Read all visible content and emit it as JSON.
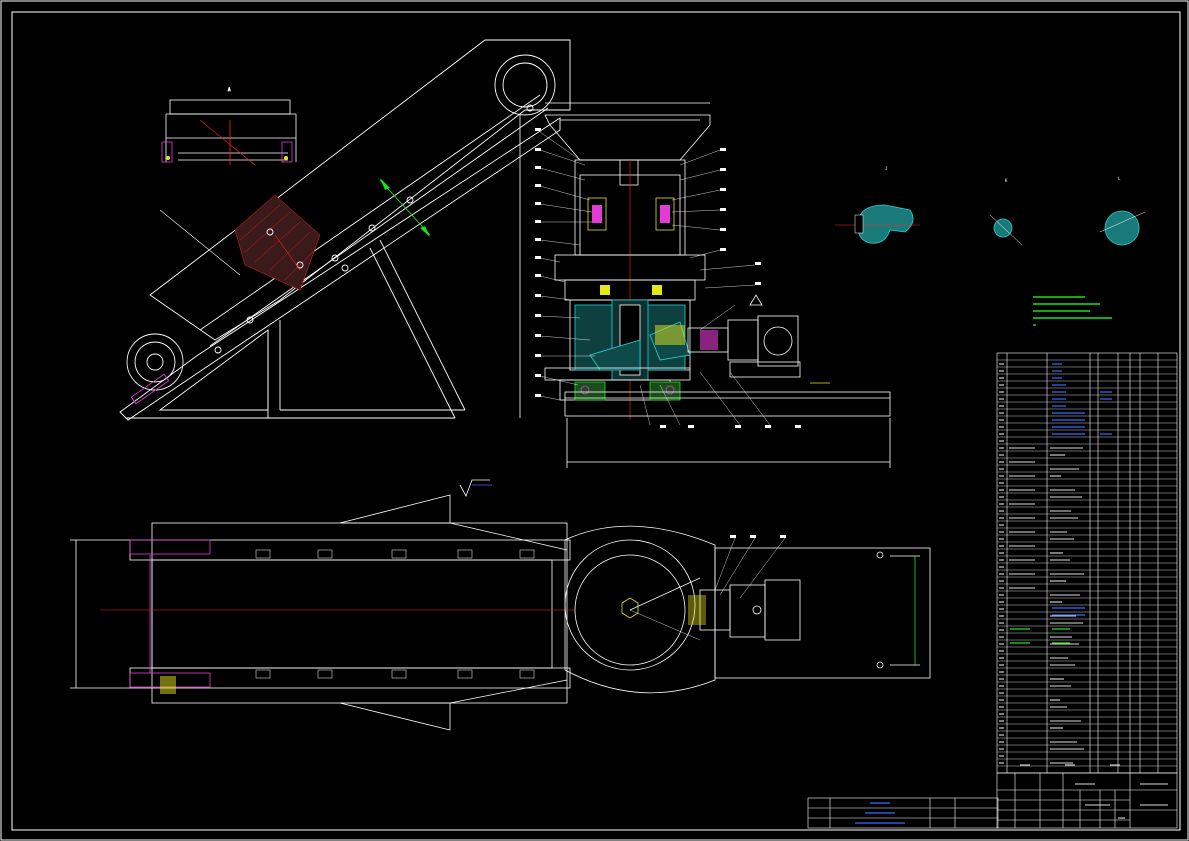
{
  "colors": {
    "background": "#000000",
    "line": "#ffffff",
    "red": "#ff2020",
    "cyan": "#22d3d3",
    "green": "#19e319",
    "magenta": "#e23bd6",
    "yellow": "#e6e619",
    "blue": "#3b6bff"
  },
  "views": {
    "detail_top": {
      "label": "A"
    },
    "section_j": {
      "label": "J",
      "sub": ""
    },
    "section_k": {
      "label": "K",
      "sub": ""
    },
    "section_l": {
      "label": "L",
      "sub": ""
    },
    "tech_req": {
      "title": ""
    }
  },
  "dims": {
    "hopper_width": "",
    "frame_length": "",
    "belt_width": "",
    "plate_width": ""
  }
}
